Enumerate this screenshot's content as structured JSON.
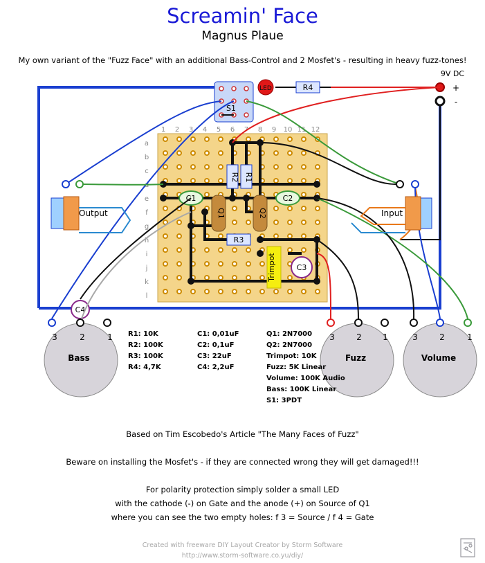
{
  "title": "Screamin' Face",
  "author": "Magnus Plaue",
  "description": "My own variant of the \"Fuzz Face\" with an additional Bass-Control and 2 Mosfet's - resulting in heavy fuzz-tones!",
  "power": {
    "label": "9V DC",
    "plus": "+",
    "minus": "-"
  },
  "board": {
    "columns": [
      "1",
      "2",
      "3",
      "4",
      "5",
      "6",
      "7",
      "8",
      "9",
      "10",
      "11",
      "12"
    ],
    "rows": [
      "a",
      "b",
      "c",
      "d",
      "e",
      "f",
      "g",
      "h",
      "i",
      "j",
      "k",
      "l"
    ]
  },
  "labels": {
    "led": "LED",
    "r4": "R4",
    "s1": "S1",
    "output": "Output",
    "input": "Input",
    "c1": "C1",
    "c2": "C2",
    "c3": "C3",
    "c4": "C4",
    "q1": "Q1",
    "q2": "Q2",
    "r1": "R1",
    "r2": "R2",
    "r3": "R3",
    "trimpot": "Trimpot"
  },
  "pots": [
    {
      "name": "Bass",
      "pins": [
        "3",
        "2",
        "1"
      ]
    },
    {
      "name": "Fuzz",
      "pins": [
        "3",
        "2",
        "1"
      ]
    },
    {
      "name": "Volume",
      "pins": [
        "3",
        "2",
        "1"
      ]
    }
  ],
  "parts_list": {
    "col1": [
      "R1: 10K",
      "R2: 100K",
      "R3: 100K",
      "R4: 4,7K"
    ],
    "col2": [
      "C1: 0,01uF",
      "C2: 0,1uF",
      "C3: 22uF",
      "C4: 2,2uF"
    ],
    "col3": [
      "Q1: 2N7000",
      "Q2: 2N7000",
      "Trimpot: 10K",
      "Fuzz: 5K Linear",
      "Volume: 100K Audio",
      "Bass: 100K Linear",
      "S1: 3PDT"
    ]
  },
  "notes": {
    "article": "Based on Tim Escobedo's Article \"The Many Faces of Fuzz\"",
    "warning": "Beware on installing the Mosfet's - if they are connected wrong they will get damaged!!!",
    "polarity1": "For polarity protection simply solder a small LED",
    "polarity2": "with the cathode (-) on Gate and the anode (+) on Source of Q1",
    "polarity3": "where you can see the two empty holes:  f 3 = Source / f 4 = Gate"
  },
  "footer": {
    "line1": "Created with freeware DIY Layout Creator by Storm Software",
    "line2": "http://www.storm-software.co.yu/diy/"
  },
  "colors": {
    "title": "#1a1ad6",
    "board": "#f4d58a",
    "wire_blue": "#1a3fd0",
    "wire_red": "#e02020",
    "wire_green": "#3a9a3a",
    "wire_black": "#111111",
    "pot": "#d7d4da",
    "trimpot": "#f5ee10"
  }
}
